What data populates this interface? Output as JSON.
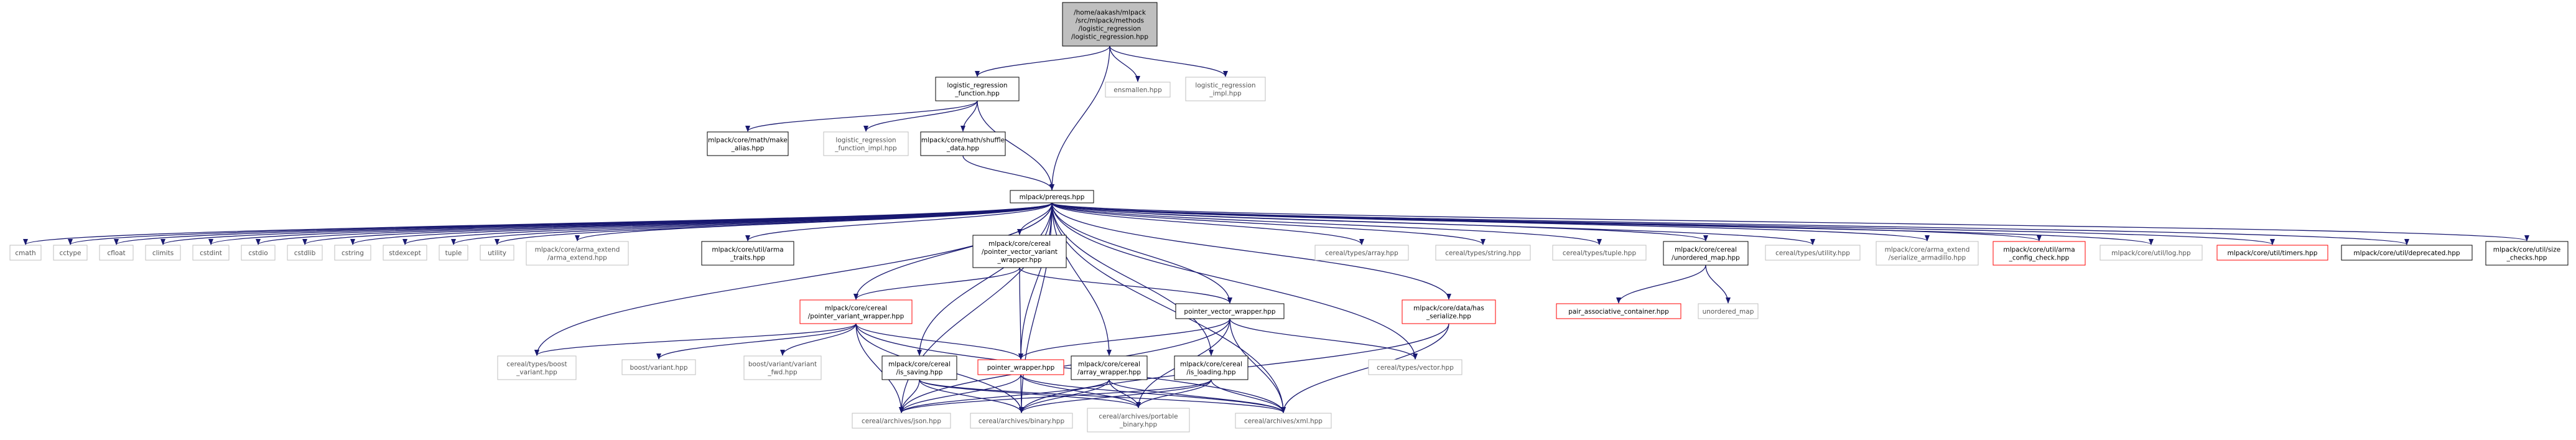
{
  "colors": {
    "edge": "#191970",
    "root_fill": "#bfbfbf",
    "border_normal": "#000000",
    "border_missing": "#bfbfbf",
    "border_truncated": "#ff0000",
    "text_normal": "#000000",
    "text_missing": "#555555"
  },
  "nodes": [
    {
      "id": "root",
      "lines": [
        "/home/aakash/mlpack",
        "/src/mlpack/methods",
        "/logistic_regression",
        "/logistic_regression.hpp"
      ],
      "style": "root"
    },
    {
      "id": "lrf",
      "lines": [
        "logistic_regression",
        "_function.hpp"
      ],
      "style": "normal"
    },
    {
      "id": "ensmallen",
      "lines": [
        "ensmallen.hpp"
      ],
      "style": "missing"
    },
    {
      "id": "lr_impl",
      "lines": [
        "logistic_regression",
        "_impl.hpp"
      ],
      "style": "missing"
    },
    {
      "id": "make_alias",
      "lines": [
        "mlpack/core/math/make",
        "_alias.hpp"
      ],
      "style": "normal"
    },
    {
      "id": "lrf_impl",
      "lines": [
        "logistic_regression",
        "_function_impl.hpp"
      ],
      "style": "missing"
    },
    {
      "id": "shuffle",
      "lines": [
        "mlpack/core/math/shuffle",
        "_data.hpp"
      ],
      "style": "normal"
    },
    {
      "id": "prereqs",
      "lines": [
        "mlpack/prereqs.hpp"
      ],
      "style": "normal"
    },
    {
      "id": "cmath",
      "lines": [
        "cmath"
      ],
      "style": "missing"
    },
    {
      "id": "cctype",
      "lines": [
        "cctype"
      ],
      "style": "missing"
    },
    {
      "id": "cfloat",
      "lines": [
        "cfloat"
      ],
      "style": "missing"
    },
    {
      "id": "climits",
      "lines": [
        "climits"
      ],
      "style": "missing"
    },
    {
      "id": "cstdint",
      "lines": [
        "cstdint"
      ],
      "style": "missing"
    },
    {
      "id": "cstdio",
      "lines": [
        "cstdio"
      ],
      "style": "missing"
    },
    {
      "id": "cstdlib",
      "lines": [
        "cstdlib"
      ],
      "style": "missing"
    },
    {
      "id": "cstring",
      "lines": [
        "cstring"
      ],
      "style": "missing"
    },
    {
      "id": "stdexcept",
      "lines": [
        "stdexcept"
      ],
      "style": "missing"
    },
    {
      "id": "tuple",
      "lines": [
        "tuple"
      ],
      "style": "missing"
    },
    {
      "id": "utility",
      "lines": [
        "utility"
      ],
      "style": "missing"
    },
    {
      "id": "arma_extend",
      "lines": [
        "mlpack/core/arma_extend",
        "/arma_extend.hpp"
      ],
      "style": "missing"
    },
    {
      "id": "arma_traits",
      "lines": [
        "mlpack/core/util/arma",
        "_traits.hpp"
      ],
      "style": "normal"
    },
    {
      "id": "pvvw",
      "lines": [
        "mlpack/core/cereal",
        "/pointer_vector_variant",
        "_wrapper.hpp"
      ],
      "style": "normal"
    },
    {
      "id": "ct_array",
      "lines": [
        "cereal/types/array.hpp"
      ],
      "style": "missing"
    },
    {
      "id": "ct_string",
      "lines": [
        "cereal/types/string.hpp"
      ],
      "style": "missing"
    },
    {
      "id": "ct_tuple",
      "lines": [
        "cereal/types/tuple.hpp"
      ],
      "style": "missing"
    },
    {
      "id": "unordered_map_hpp",
      "lines": [
        "mlpack/core/cereal",
        "/unordered_map.hpp"
      ],
      "style": "normal"
    },
    {
      "id": "ct_utility",
      "lines": [
        "cereal/types/utility.hpp"
      ],
      "style": "missing"
    },
    {
      "id": "serialize_armadillo",
      "lines": [
        "mlpack/core/arma_extend",
        "/serialize_armadillo.hpp"
      ],
      "style": "missing"
    },
    {
      "id": "arma_config",
      "lines": [
        "mlpack/core/util/arma",
        "_config_check.hpp"
      ],
      "style": "truncated"
    },
    {
      "id": "log",
      "lines": [
        "mlpack/core/util/log.hpp"
      ],
      "style": "missing"
    },
    {
      "id": "timers",
      "lines": [
        "mlpack/core/util/timers.hpp"
      ],
      "style": "truncated"
    },
    {
      "id": "deprecated",
      "lines": [
        "mlpack/core/util/deprecated.hpp"
      ],
      "style": "normal"
    },
    {
      "id": "size_checks",
      "lines": [
        "mlpack/core/util/size",
        "_checks.hpp"
      ],
      "style": "normal"
    },
    {
      "id": "pvw",
      "lines": [
        "mlpack/core/cereal",
        "/pointer_variant_wrapper.hpp"
      ],
      "style": "truncated"
    },
    {
      "id": "pvecw",
      "lines": [
        "pointer_vector_wrapper.hpp"
      ],
      "style": "normal"
    },
    {
      "id": "has_serialize",
      "lines": [
        "mlpack/core/data/has",
        "_serialize.hpp"
      ],
      "style": "truncated"
    },
    {
      "id": "pac",
      "lines": [
        "pair_associative_container.hpp"
      ],
      "style": "truncated"
    },
    {
      "id": "unordered_map",
      "lines": [
        "unordered_map"
      ],
      "style": "missing"
    },
    {
      "id": "boost_variant_ct",
      "lines": [
        "cereal/types/boost",
        "_variant.hpp"
      ],
      "style": "missing"
    },
    {
      "id": "boost_variant",
      "lines": [
        "boost/variant.hpp"
      ],
      "style": "missing"
    },
    {
      "id": "boost_variant_fwd",
      "lines": [
        "boost/variant/variant",
        "_fwd.hpp"
      ],
      "style": "missing"
    },
    {
      "id": "is_saving",
      "lines": [
        "mlpack/core/cereal",
        "/is_saving.hpp"
      ],
      "style": "normal"
    },
    {
      "id": "pw",
      "lines": [
        "pointer_wrapper.hpp"
      ],
      "style": "truncated"
    },
    {
      "id": "array_wrapper",
      "lines": [
        "mlpack/core/cereal",
        "/array_wrapper.hpp"
      ],
      "style": "normal"
    },
    {
      "id": "is_loading",
      "lines": [
        "mlpack/core/cereal",
        "/is_loading.hpp"
      ],
      "style": "normal"
    },
    {
      "id": "ct_vector",
      "lines": [
        "cereal/types/vector.hpp"
      ],
      "style": "missing"
    },
    {
      "id": "ca_json",
      "lines": [
        "cereal/archives/json.hpp"
      ],
      "style": "missing"
    },
    {
      "id": "ca_binary",
      "lines": [
        "cereal/archives/binary.hpp"
      ],
      "style": "missing"
    },
    {
      "id": "ca_portable",
      "lines": [
        "cereal/archives/portable",
        "_binary.hpp"
      ],
      "style": "missing"
    },
    {
      "id": "ca_xml",
      "lines": [
        "cereal/archives/xml.hpp"
      ],
      "style": "missing"
    }
  ],
  "edges": [
    [
      "root",
      "lrf"
    ],
    [
      "root",
      "ensmallen"
    ],
    [
      "root",
      "lr_impl"
    ],
    [
      "root",
      "prereqs"
    ],
    [
      "lrf",
      "make_alias"
    ],
    [
      "lrf",
      "lrf_impl"
    ],
    [
      "lrf",
      "shuffle"
    ],
    [
      "lrf",
      "prereqs"
    ],
    [
      "shuffle",
      "prereqs"
    ],
    [
      "prereqs",
      "cmath"
    ],
    [
      "prereqs",
      "cctype"
    ],
    [
      "prereqs",
      "cfloat"
    ],
    [
      "prereqs",
      "climits"
    ],
    [
      "prereqs",
      "cstdint"
    ],
    [
      "prereqs",
      "cstdio"
    ],
    [
      "prereqs",
      "cstdlib"
    ],
    [
      "prereqs",
      "cstring"
    ],
    [
      "prereqs",
      "stdexcept"
    ],
    [
      "prereqs",
      "tuple"
    ],
    [
      "prereqs",
      "utility"
    ],
    [
      "prereqs",
      "arma_extend"
    ],
    [
      "prereqs",
      "arma_traits"
    ],
    [
      "prereqs",
      "pvvw"
    ],
    [
      "prereqs",
      "ct_array"
    ],
    [
      "prereqs",
      "ct_string"
    ],
    [
      "prereqs",
      "ct_tuple"
    ],
    [
      "prereqs",
      "unordered_map_hpp"
    ],
    [
      "prereqs",
      "ct_utility"
    ],
    [
      "prereqs",
      "serialize_armadillo"
    ],
    [
      "prereqs",
      "arma_config"
    ],
    [
      "prereqs",
      "log"
    ],
    [
      "prereqs",
      "timers"
    ],
    [
      "prereqs",
      "deprecated"
    ],
    [
      "prereqs",
      "size_checks"
    ],
    [
      "prereqs",
      "pvw"
    ],
    [
      "prereqs",
      "pvecw"
    ],
    [
      "prereqs",
      "has_serialize"
    ],
    [
      "prereqs",
      "pw"
    ],
    [
      "prereqs",
      "is_saving"
    ],
    [
      "prereqs",
      "array_wrapper"
    ],
    [
      "prereqs",
      "is_loading"
    ],
    [
      "prereqs",
      "ct_vector"
    ],
    [
      "prereqs",
      "boost_variant_ct"
    ],
    [
      "prereqs",
      "ca_json"
    ],
    [
      "prereqs",
      "ca_binary"
    ],
    [
      "prereqs",
      "ca_xml"
    ],
    [
      "pvvw",
      "pvw"
    ],
    [
      "pvvw",
      "pvecw"
    ],
    [
      "pvvw",
      "pw"
    ],
    [
      "pvw",
      "boost_variant_ct"
    ],
    [
      "pvw",
      "boost_variant"
    ],
    [
      "pvw",
      "boost_variant_fwd"
    ],
    [
      "pvw",
      "pw"
    ],
    [
      "pvw",
      "ca_json"
    ],
    [
      "pvw",
      "ca_binary"
    ],
    [
      "pvw",
      "ca_xml"
    ],
    [
      "pvecw",
      "pw"
    ],
    [
      "pvecw",
      "ct_vector"
    ],
    [
      "pvecw",
      "ca_json"
    ],
    [
      "pvecw",
      "ca_xml"
    ],
    [
      "pvecw",
      "ca_portable"
    ],
    [
      "has_serialize",
      "ca_binary"
    ],
    [
      "has_serialize",
      "ca_xml"
    ],
    [
      "unordered_map_hpp",
      "pac"
    ],
    [
      "unordered_map_hpp",
      "unordered_map"
    ],
    [
      "is_saving",
      "ca_json"
    ],
    [
      "is_saving",
      "ca_binary"
    ],
    [
      "is_saving",
      "ca_portable"
    ],
    [
      "is_saving",
      "ca_xml"
    ],
    [
      "pw",
      "ca_json"
    ],
    [
      "pw",
      "ca_binary"
    ],
    [
      "pw",
      "ca_portable"
    ],
    [
      "pw",
      "ca_xml"
    ],
    [
      "array_wrapper",
      "ca_json"
    ],
    [
      "array_wrapper",
      "ca_binary"
    ],
    [
      "array_wrapper",
      "ca_portable"
    ],
    [
      "array_wrapper",
      "ca_xml"
    ],
    [
      "is_loading",
      "ca_json"
    ],
    [
      "is_loading",
      "ca_binary"
    ],
    [
      "is_loading",
      "ca_portable"
    ],
    [
      "is_loading",
      "ca_xml"
    ]
  ]
}
